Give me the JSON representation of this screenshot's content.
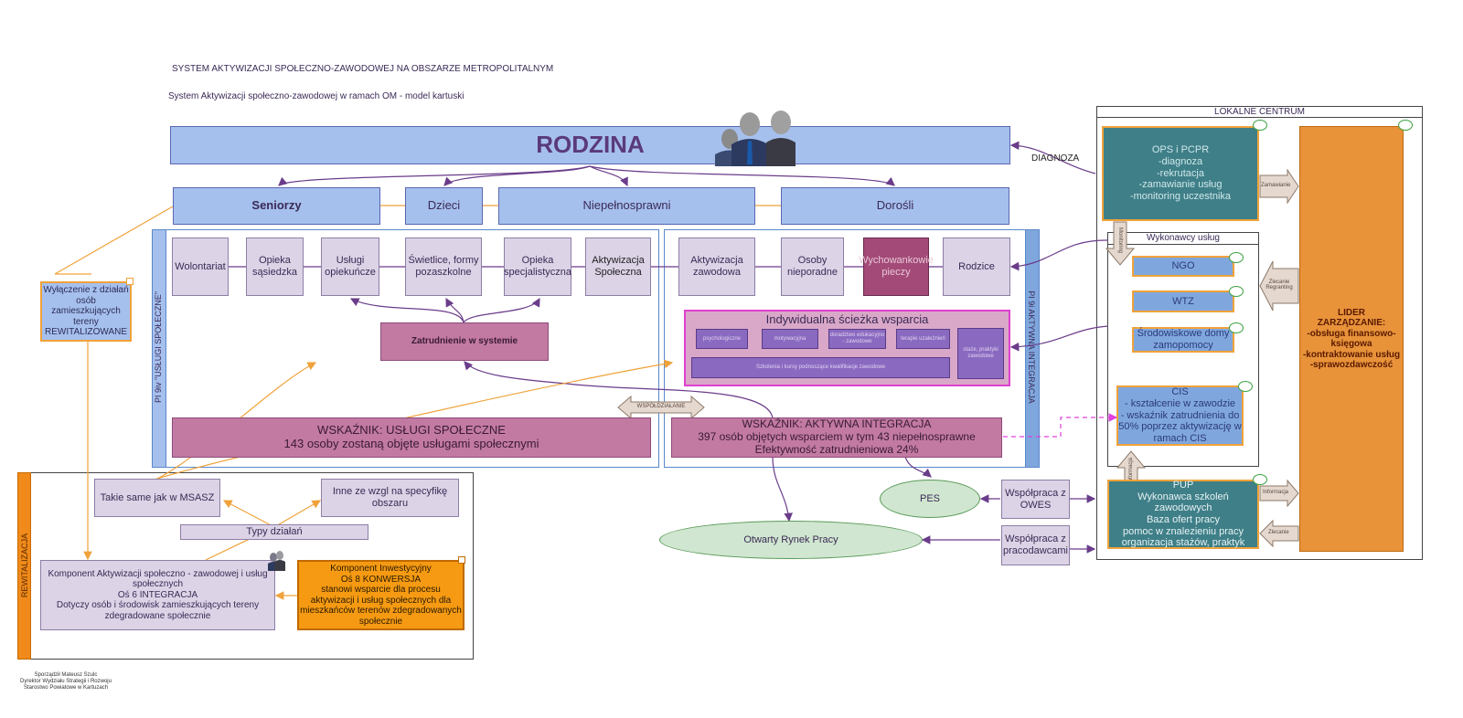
{
  "header": {
    "title": "SYSTEM AKTYWIZACJI SPOŁECZNO-ZAWODOWEJ NA OBSZARZE METROPOLITALNYM",
    "subtitle": "System Aktywizacji społeczno-zawodowej w ramach OM - model kartuski"
  },
  "rodzina": "RODZINA",
  "diagnoza": "DIAGNOZA",
  "groups": [
    "Seniorzy",
    "Dzieci",
    "Niepełnosprawni",
    "Dorośli"
  ],
  "left_pane": {
    "vertical_label": "PI 9iv   \"USŁUGI SPOŁECZNE\"",
    "services": [
      "Wolontariat",
      "Opieka sąsiedzka",
      "Usługi opiekuńcze",
      "Świetlice, formy pozaszkolne",
      "Opieka specjalistyczna",
      "Aktywizacja Społeczna"
    ],
    "employment": "Zatrudnienie w systemie",
    "indicator": "WSKAŹNIK: USŁUGI SPOŁECZNE\n143 osoby zostaną objęte usługami społecznymi"
  },
  "right_pane": {
    "vertical_label": "PI 9i   AKTYWNA INTEGRACJA",
    "services": [
      "Aktywizacja zawodowa",
      "Osoby nieporadne",
      "Wychowankowie pieczy",
      "Rodzice"
    ],
    "path_title": "Indywidualna ścieżka wsparcia",
    "path_items": [
      "psychologiczne",
      "motywacyjna",
      "doradztwo edukacyjno - zawodowe",
      "terapie uzależnień"
    ],
    "path_training": "Szkolenia i kursy podnoszące kwalifikacje zawodowe",
    "path_internships": "staże, praktyki zawodowe",
    "indicator": "WSKAŹNIK: AKTYWNA INTEGRACJA\n397 osób  objętych wsparciem w tym 43 niepełnosprawne\nEfektywność zatrudnieniowa 24%"
  },
  "cooperation": "WSPÓŁDZIAŁANIE",
  "excluded": "Wyłączenie z działań osób zamieszkujących tereny REWITALIZOWANE",
  "pes": "PES",
  "open_market": "Otwarty Rynek Pracy",
  "owes": "Współpraca z OWES",
  "employers": "Współpraca z pracodawcami",
  "lokalne": {
    "title": "LOKALNE CENTRUM",
    "ops": "OPS i PCPR\n-diagnoza\n-rekrutacja\n-zamawianie usług\n-monitoring uczestnika",
    "zamawianie": "Zamawianie",
    "monitoring": "Monitoring",
    "wykonawcy": "Wykonawcy usług",
    "ngo": "NGO",
    "wtz": "WTZ",
    "domy": "Środowiskowe domy zamopomocy",
    "cis": "CIS\n- kształcenie w zawodzie\n- wskaźnik zatrudnienia do 50% poprzez aktywizację w ramach CIS",
    "informacja": "Informacja",
    "pup": "PUP\nWykonawca szkoleń zawodowych\nBaza ofert pracy\npomoc w znalezieniu pracy\norganizacja stażów, praktyk",
    "informacja2": "Informacja",
    "zlecanie": "Zlecanie",
    "zlecanie_regranting": "Zlecanie Regranting",
    "lider": "LIDER\nZARZĄDZANIE:\n-obsługa finansowo-księgowa\n-kontraktowanie usług\n-sprawozdawczość"
  },
  "rewitalizacja": {
    "label": "REWITALIZACJA",
    "same": "Takie same jak w MSASZ",
    "other": "Inne ze wzgl na specyfikę obszaru",
    "types": "Typy działań",
    "component": "Komponent Aktywizacji społeczno - zawodowej i usług społecznych\nOś 6 INTEGRACJA\nDotyczy osób i środowisk zamieszkujących tereny zdegradowane społecznie",
    "investment": "Komponent Inwestycyjny\nOś 8 KONWERSJA\nstanowi wsparcie dla procesu aktywizacji i usług społecznych dla mieszkańców terenów zdegradowanych społecznie"
  },
  "footer": "Sporządził Mateusz Szulc\nDyrektor Wydziału Strategii i Rozwoju\nStarostwo Powiatowe w Kartuzach",
  "colors": {
    "purple_line": "#6a3c8a",
    "orange_line": "#f0a23a",
    "mauve": "#c27aa3",
    "lider": "#e8923a"
  }
}
